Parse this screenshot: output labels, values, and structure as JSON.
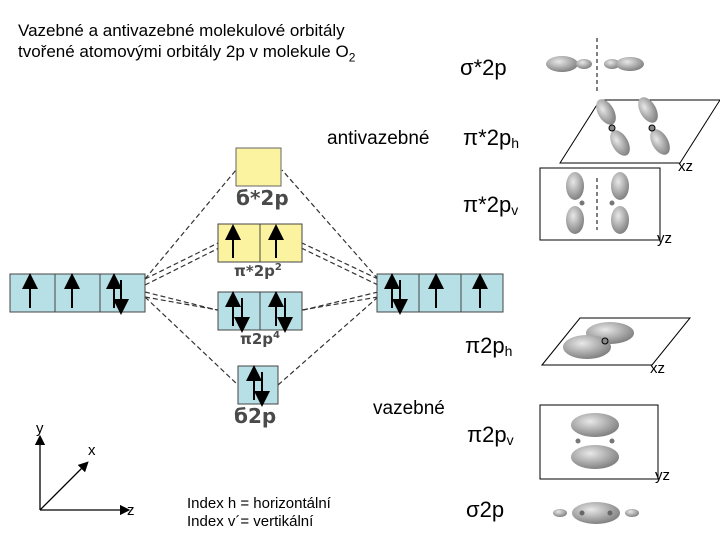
{
  "title_line1": "Vazebné a antivazebné molekulové orbitály",
  "title_line2": "tvořené atomovými orbitály 2p v molekule O",
  "title_sub": "2",
  "label_antibonding": "antivazebné",
  "label_bonding": "vazebné",
  "orbitals": {
    "sigma_star": {
      "symbol": "σ*2p",
      "sub": ""
    },
    "pi_star_h": {
      "symbol": "π*2p",
      "sub": "h",
      "plane": "xz"
    },
    "pi_star_v": {
      "symbol": "π*2p",
      "sub": "v",
      "plane": "yz"
    },
    "pi_h": {
      "symbol": "π2p",
      "sub": "h",
      "plane": "xz"
    },
    "pi_v": {
      "symbol": "π2p",
      "sub": "v",
      "plane": "yz"
    },
    "sigma": {
      "symbol": "σ2p",
      "sub": ""
    }
  },
  "mo_labels": {
    "sigma_star": "б*2p",
    "pi_star": "π*2p",
    "pi_star_sup": "2",
    "pi": "π2p",
    "pi_sup": "4",
    "sigma": "б2p"
  },
  "axes": {
    "y": "y",
    "x": "x",
    "z": "z"
  },
  "index_note_1": "Index h = horizontální",
  "index_note_2": "Index v´= vertikální",
  "colors": {
    "blue_box": "#b7e0e6",
    "yellow_box": "#fbf3a0",
    "lobe": "#9a9a9a"
  }
}
